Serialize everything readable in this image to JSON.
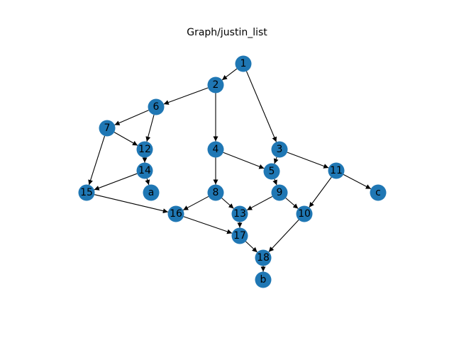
{
  "title": "Graph/justin_list",
  "colors": {
    "node": "#1f77b4",
    "edge": "#000000",
    "background": "#ffffff"
  },
  "nodes": [
    "1",
    "2",
    "3",
    "4",
    "5",
    "6",
    "7",
    "8",
    "9",
    "10",
    "11",
    "12",
    "13",
    "14",
    "15",
    "16",
    "17",
    "18",
    "a",
    "b",
    "c"
  ],
  "edges": [
    [
      "1",
      "2"
    ],
    [
      "1",
      "3"
    ],
    [
      "2",
      "6"
    ],
    [
      "2",
      "4"
    ],
    [
      "6",
      "7"
    ],
    [
      "6",
      "12"
    ],
    [
      "7",
      "12"
    ],
    [
      "7",
      "15"
    ],
    [
      "12",
      "14"
    ],
    [
      "14",
      "a"
    ],
    [
      "14",
      "15"
    ],
    [
      "15",
      "16"
    ],
    [
      "4",
      "5"
    ],
    [
      "4",
      "8"
    ],
    [
      "3",
      "5"
    ],
    [
      "3",
      "11"
    ],
    [
      "5",
      "9"
    ],
    [
      "11",
      "10"
    ],
    [
      "11",
      "c"
    ],
    [
      "8",
      "16"
    ],
    [
      "8",
      "13"
    ],
    [
      "9",
      "13"
    ],
    [
      "9",
      "10"
    ],
    [
      "16",
      "17"
    ],
    [
      "13",
      "17"
    ],
    [
      "10",
      "18"
    ],
    [
      "17",
      "18"
    ],
    [
      "18",
      "b"
    ]
  ]
}
